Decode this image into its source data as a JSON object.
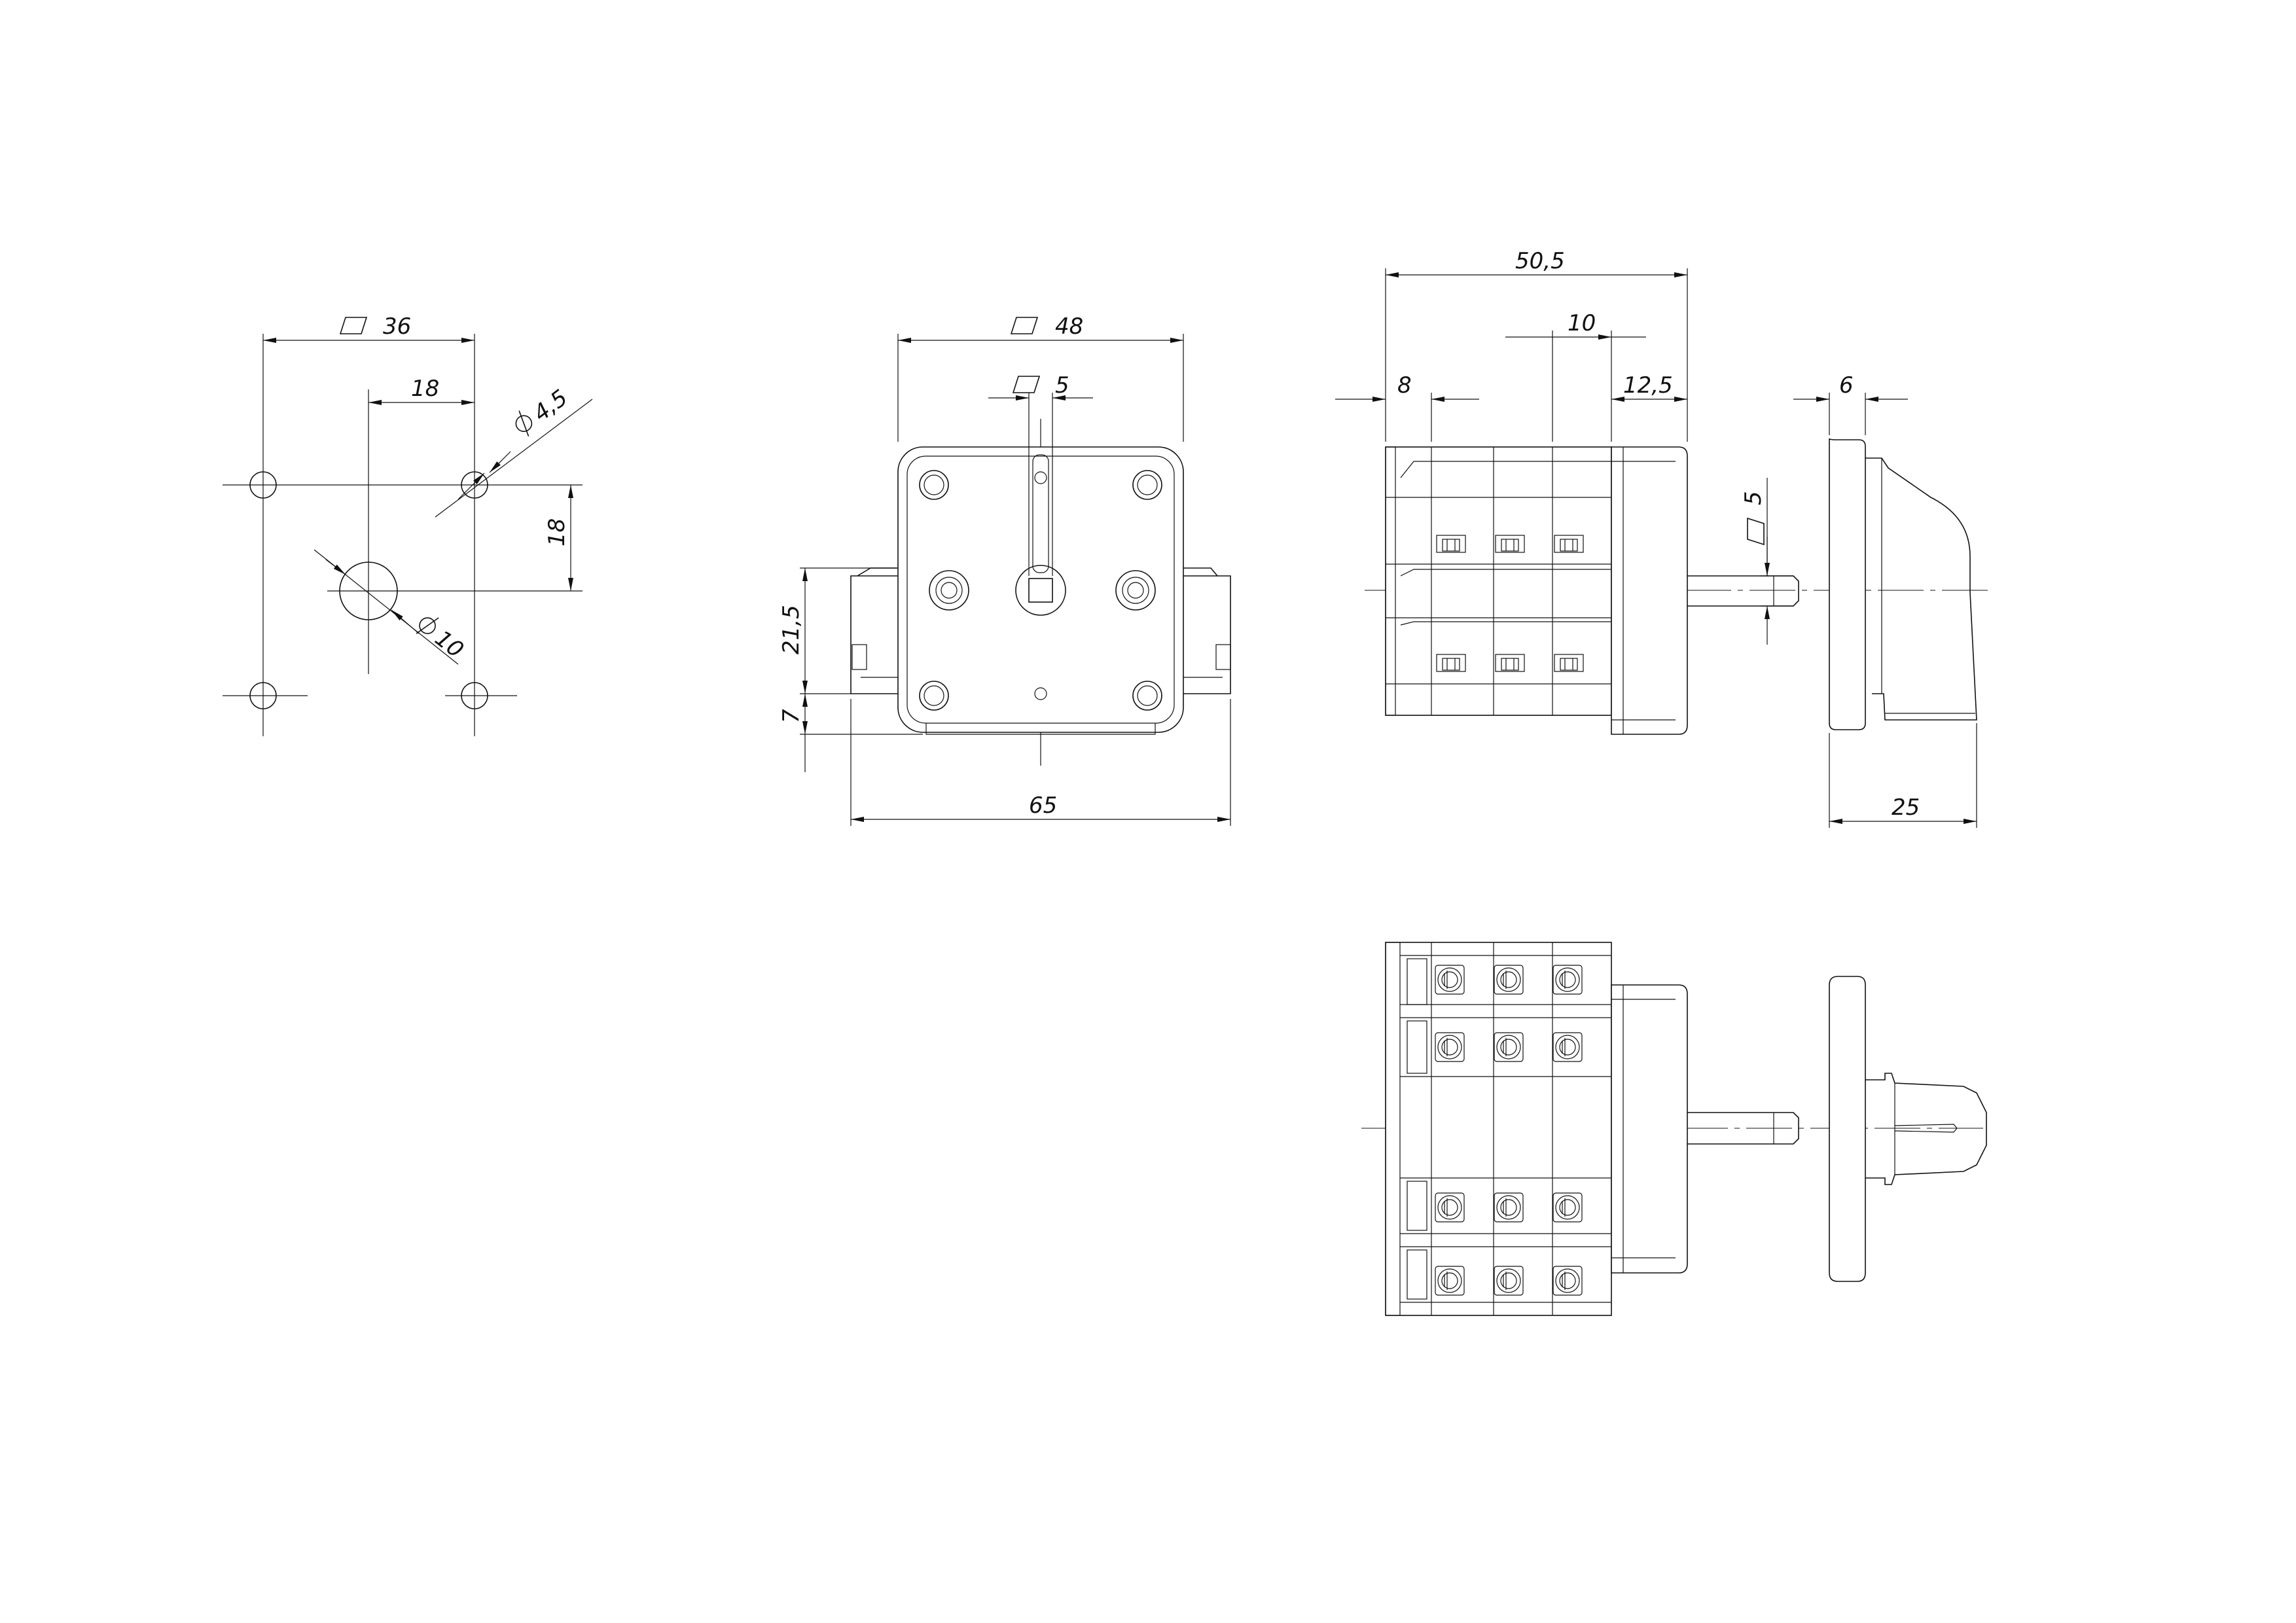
{
  "dimensions": {
    "mounting_square": "36",
    "mounting_half": "18",
    "mounting_vertical": "18",
    "hole_diameter": "4,5",
    "center_hole_diameter": "10",
    "face_square": "48",
    "shaft_square_front": "5",
    "height_upper": "21,5",
    "height_lower": "7",
    "overall_width": "65",
    "body_length": "50,5",
    "deck_pitch": "10",
    "first_deck": "8",
    "flange_depth": "12,5",
    "shaft_square_side": "5",
    "knob_plate": "6",
    "knob_depth": "25"
  },
  "symbols": {
    "square": "square-symbol",
    "diameter": "diameter-symbol"
  }
}
